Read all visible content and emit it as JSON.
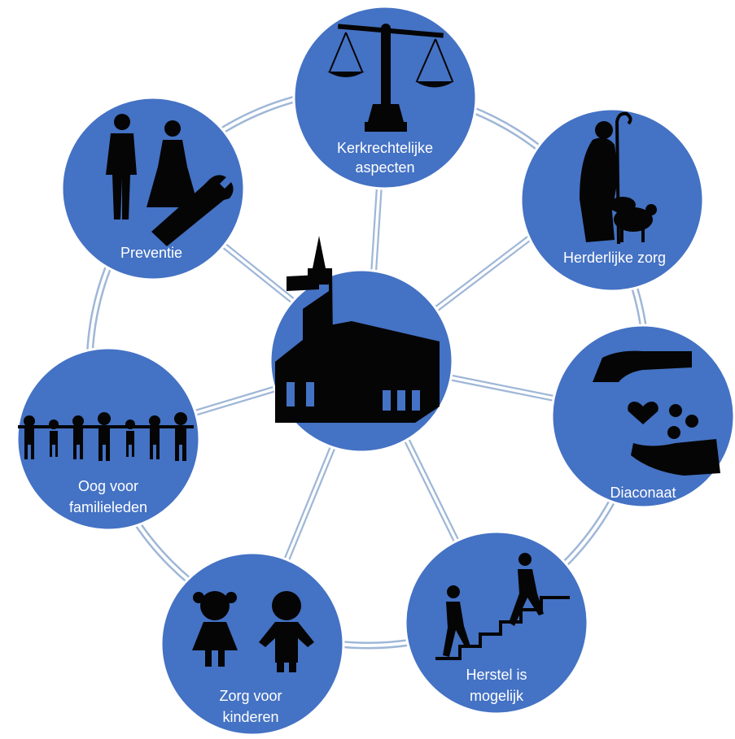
{
  "diagram": {
    "center": {
      "icon": "church-icon"
    },
    "nodes": [
      {
        "id": "kerkrecht",
        "label_lines": [
          "Kerkrechtelijke",
          "aspecten"
        ],
        "icon": "balance-scale-icon"
      },
      {
        "id": "herder",
        "label_lines": [
          "Herderlijke zorg"
        ],
        "icon": "shepherd-icon"
      },
      {
        "id": "diaconaat",
        "label_lines": [
          "Diaconaat"
        ],
        "icon": "giving-hands-icon"
      },
      {
        "id": "herstel",
        "label_lines": [
          "Herstel is",
          "mogelijk"
        ],
        "icon": "climbing-stairs-icon"
      },
      {
        "id": "kinderen",
        "label_lines": [
          "Zorg voor",
          "kinderen"
        ],
        "icon": "children-icon"
      },
      {
        "id": "familie",
        "label_lines": [
          "Oog voor",
          "familieleden"
        ],
        "icon": "family-chain-icon"
      },
      {
        "id": "preventie",
        "label_lines": [
          "Preventie"
        ],
        "icon": "couple-wrench-icon"
      }
    ],
    "colors": {
      "node_fill": "#4472c4",
      "connector": "#9fb7d7",
      "icon": "#050505",
      "label": "#ffffff"
    }
  }
}
